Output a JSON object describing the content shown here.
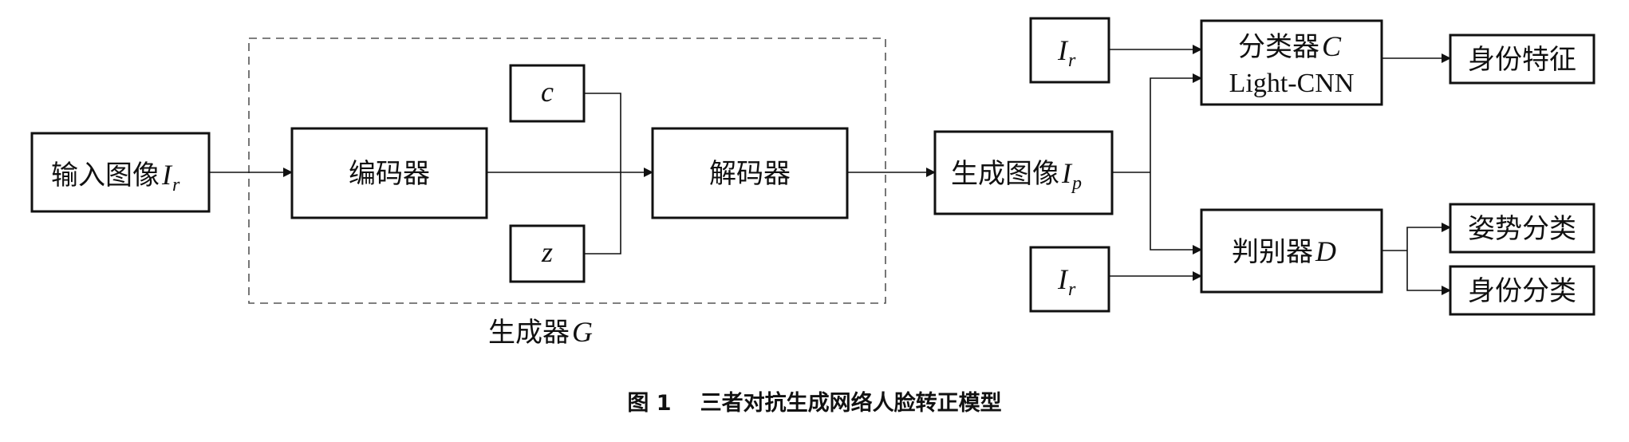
{
  "diagram": {
    "input": {
      "label": "输入图像",
      "var": "I",
      "sub": "r"
    },
    "encoder": {
      "label": "编码器"
    },
    "decoder": {
      "label": "解码器"
    },
    "code_c": {
      "var": "c"
    },
    "code_z": {
      "var": "z"
    },
    "generator": {
      "label": "生成器",
      "var": "G"
    },
    "generated": {
      "label": "生成图像",
      "var": "I",
      "sub": "p"
    },
    "real_top": {
      "var": "I",
      "sub": "r"
    },
    "real_bottom": {
      "var": "I",
      "sub": "r"
    },
    "classifier": {
      "label": "分类器",
      "var": "C",
      "line2": "Light-CNN"
    },
    "discriminator": {
      "label": "判别器",
      "var": "D"
    },
    "out_identity_feature": {
      "label": "身份特征"
    },
    "out_pose_class": {
      "label": "姿势分类"
    },
    "out_identity_class": {
      "label": "身份分类"
    }
  },
  "caption": {
    "fig": "图 1",
    "text": "三者对抗生成网络人脸转正模型"
  }
}
